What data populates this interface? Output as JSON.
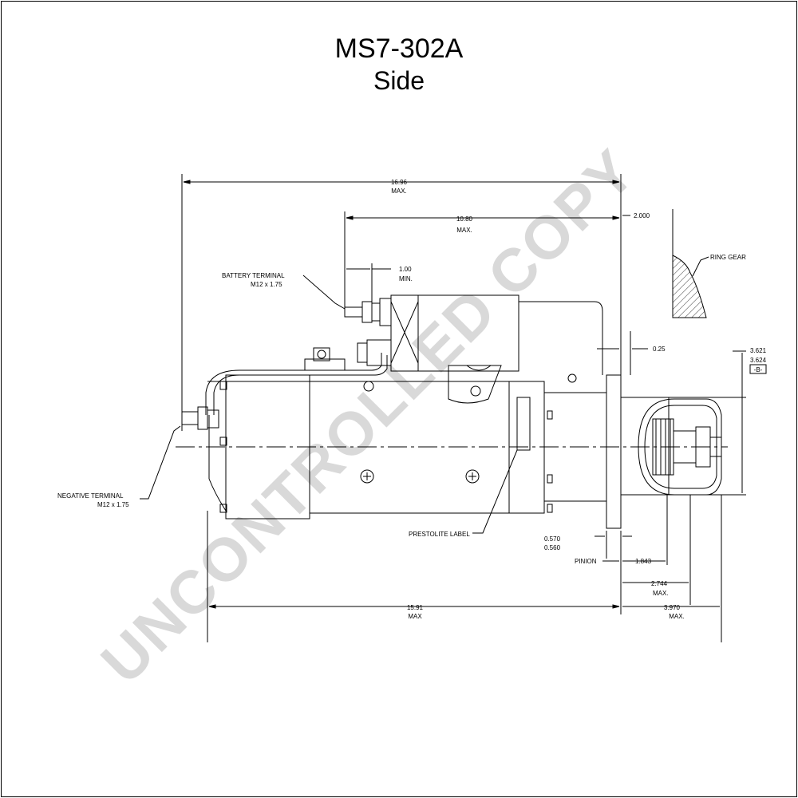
{
  "title": "MS7-302A",
  "subtitle": "Side",
  "watermark": "UNCONTROLLED COPY",
  "dimensions": {
    "overall_length": "16.96",
    "overall_length_note": "MAX.",
    "solenoid_length": "10.80",
    "solenoid_length_note": "MAX.",
    "flange_to_ring": "2.000",
    "terminal_clearance": "1.00",
    "terminal_clearance_note": "MIN.",
    "flange_gap": "0.25",
    "pilot_dia_max": "3.621",
    "pilot_dia_min": "3.624",
    "datum": "-B-",
    "flange_thickness_max": "0.570",
    "flange_thickness_min": "0.560",
    "pinion_pos": "1.843",
    "pinion_ext": "2.744",
    "pinion_ext_note": "MAX.",
    "body_length": "15.91",
    "body_length_note": "MAX",
    "nose_length": "3.970",
    "nose_length_note": "MAX."
  },
  "labels": {
    "battery_terminal": "BATTERY TERMINAL",
    "battery_terminal_thread": "M12 x 1.75",
    "negative_terminal": "NEGATIVE TERMINAL",
    "negative_terminal_thread": "M12 x 1.75",
    "ring_gear": "RING GEAR",
    "prestolite_label": "PRESTOLITE LABEL",
    "pinion": "PINION"
  }
}
